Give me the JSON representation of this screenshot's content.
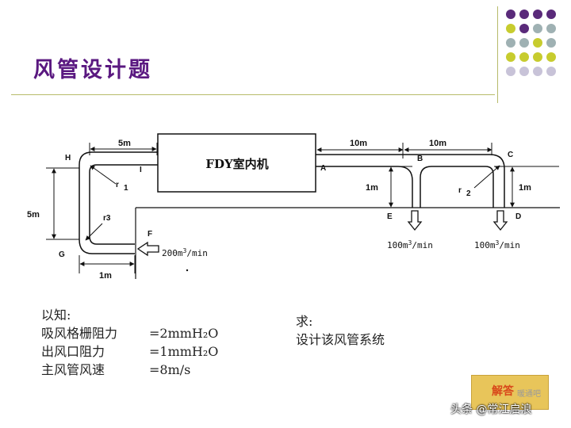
{
  "title": "风管设计题",
  "decor": {
    "colors": {
      "purple": "#5a2a7a",
      "olive": "#c7cc2e",
      "gray": "#9fb1b3",
      "lavender": "#c8c3d8",
      "rule": "#b7bb6a",
      "title": "#5a1880"
    }
  },
  "diagram": {
    "unit_label": "FDY室内机",
    "points": {
      "H": "H",
      "I": "I",
      "A": "A",
      "B": "B",
      "C": "C",
      "D": "D",
      "E": "E",
      "F": "F",
      "G": "G"
    },
    "radii": {
      "r1": "r",
      "r1_sub": "1",
      "r2": "r",
      "r2_sub": "2",
      "r3": "r3"
    },
    "dimensions": {
      "hi": "5m",
      "ab": "10m",
      "bc": "10m",
      "hg": "5m",
      "be": "1m",
      "cd": "1m",
      "gf": "1m"
    },
    "flows": {
      "inlet": {
        "base": "200m",
        "sup": "3",
        "rest": "/min"
      },
      "outlet_e": {
        "base": "100m",
        "sup": "3",
        "rest": "/min"
      },
      "outlet_d": {
        "base": "100m",
        "sup": "3",
        "rest": "/min"
      }
    }
  },
  "given": {
    "heading": "以知:",
    "rows": [
      {
        "label": "吸风格栅阻力",
        "value": "=2mmH₂O"
      },
      {
        "label": "出风口阻力",
        "value": "=1mmH₂O"
      },
      {
        "label": "主风管风速",
        "value": "=8m/s"
      }
    ]
  },
  "required": {
    "heading": "求:",
    "text": "设计该风管系统"
  },
  "answer_button": "解答",
  "watermark": "头条 @常江启浪",
  "watermark_faint": "暖通吧"
}
